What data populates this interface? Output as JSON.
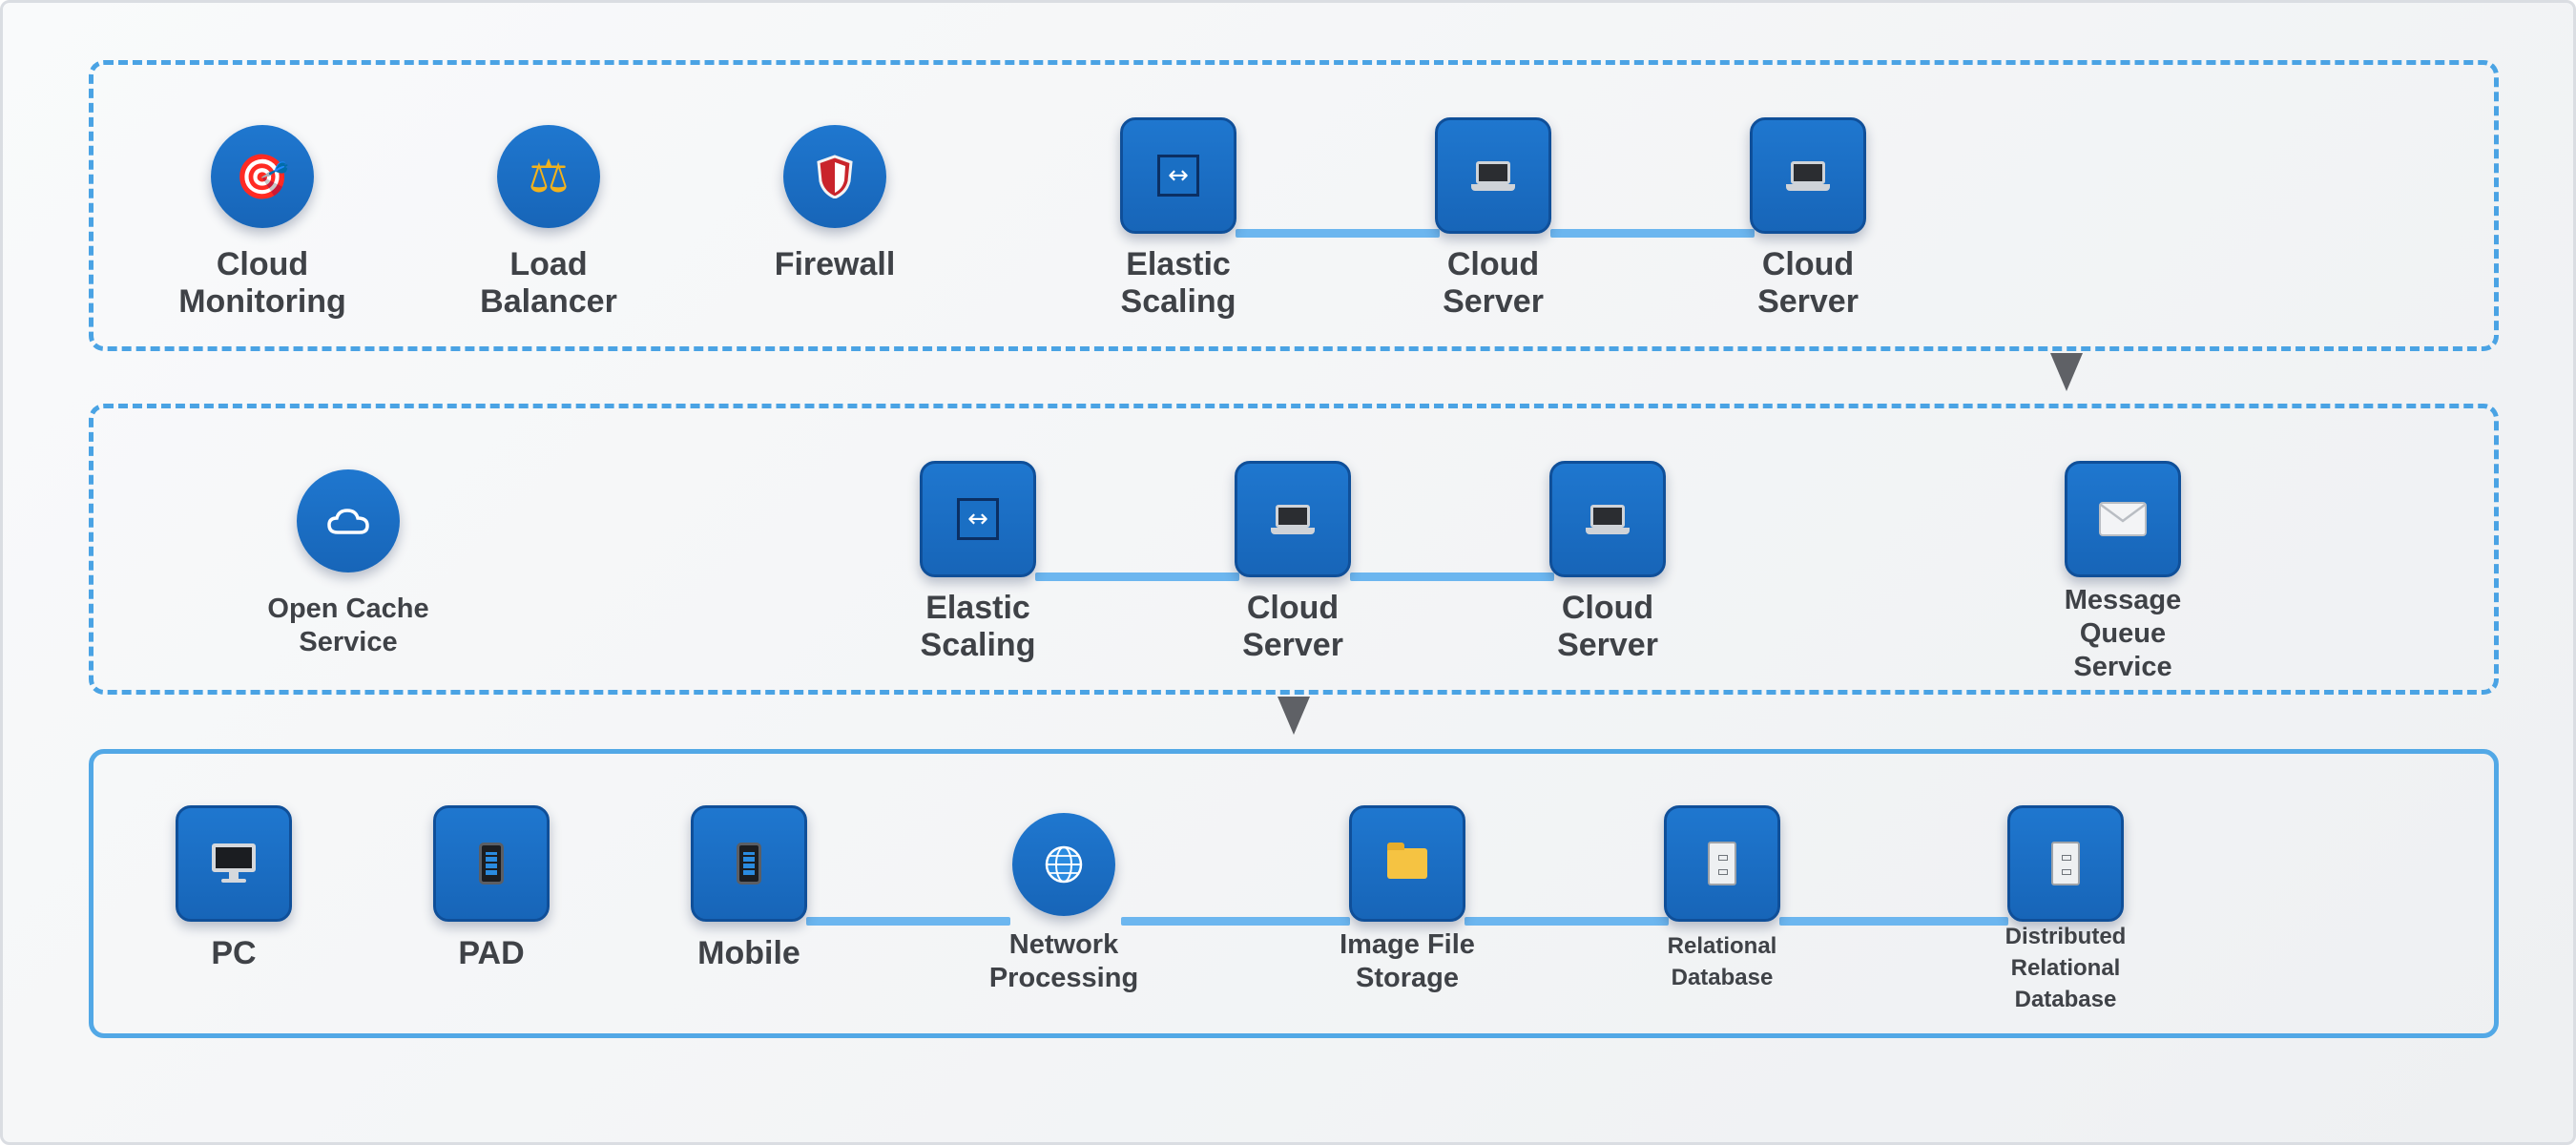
{
  "colors": {
    "accent": "#1f77cf",
    "panel_border": "#4aa3e4",
    "connector": "#6cb6ef",
    "arrow": "#5f6166",
    "label": "#3f4247"
  },
  "tiers": {
    "top": {
      "border_style": "dashed",
      "nodes": [
        {
          "label": "Cloud\nMonitoring",
          "icon": "target-icon"
        },
        {
          "label": "Load\nBalancer",
          "icon": "scales-icon"
        },
        {
          "label": "Firewall",
          "icon": "shield-icon"
        },
        {
          "label": "Elastic\nScaling",
          "icon": "resize-arrows-icon"
        },
        {
          "label": "Cloud\nServer",
          "icon": "laptop-icon"
        },
        {
          "label": "Cloud\nServer",
          "icon": "laptop-icon"
        }
      ]
    },
    "middle": {
      "border_style": "dashed",
      "nodes": [
        {
          "label": "Open Cache\nService",
          "icon": "cloud-icon"
        },
        {
          "label": "Elastic\nScaling",
          "icon": "resize-arrows-icon"
        },
        {
          "label": "Cloud\nServer",
          "icon": "laptop-icon"
        },
        {
          "label": "Cloud\nServer",
          "icon": "laptop-icon"
        },
        {
          "label": "Message\nQueue\nService",
          "icon": "envelope-icon"
        }
      ]
    },
    "bottom": {
      "border_style": "solid",
      "nodes": [
        {
          "label": "PC",
          "icon": "monitor-icon"
        },
        {
          "label": "PAD",
          "icon": "tablet-icon"
        },
        {
          "label": "Mobile",
          "icon": "phone-icon"
        },
        {
          "label": "Network\nProcessing",
          "icon": "globe-icon"
        },
        {
          "label": "Image File\nStorage",
          "icon": "folder-icon"
        },
        {
          "label": "Relational\nDatabase",
          "icon": "file-cabinet-icon"
        },
        {
          "label": "Distributed\nRelational\nDatabase",
          "icon": "file-cabinet-icon"
        }
      ]
    }
  }
}
